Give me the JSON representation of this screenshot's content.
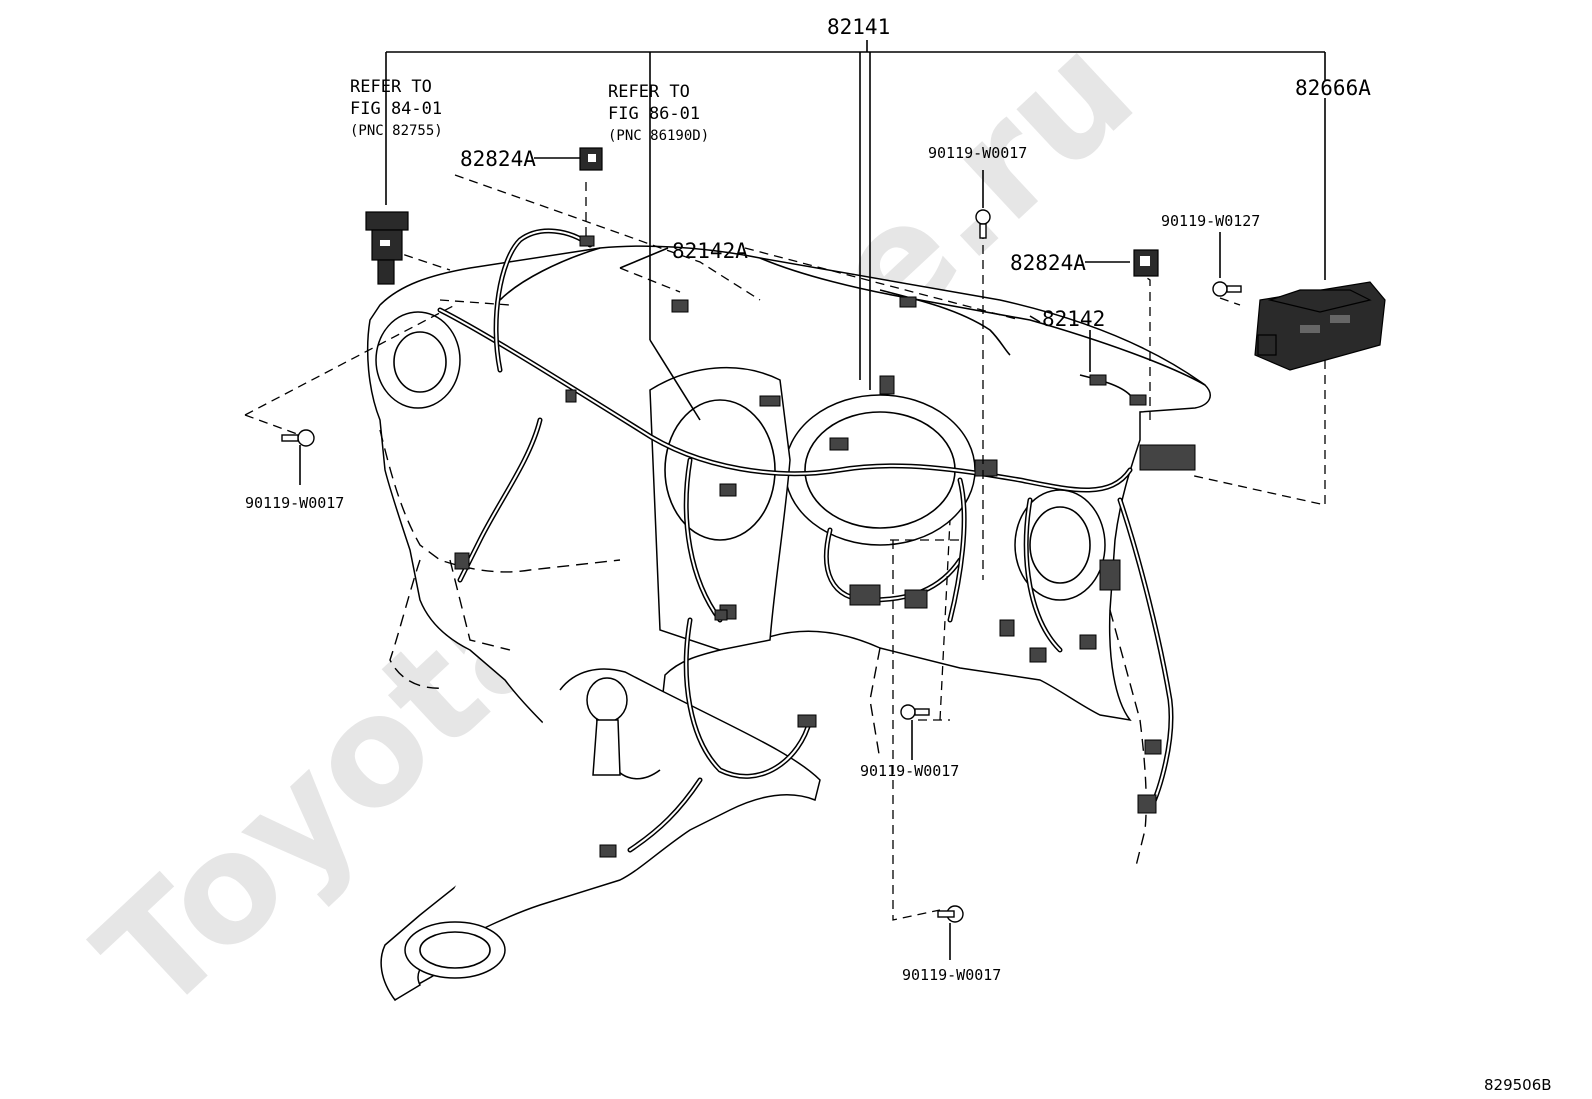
{
  "watermark": "ToyotaOnline.ru",
  "figure_code": "829506B",
  "labels": {
    "main_harness": "82141",
    "junction_block": "82666A",
    "harness_a": "82142A",
    "harness": "82142",
    "clamp_left": "82824A",
    "clamp_right": "82824A",
    "bolt_top": "90119-W0017",
    "bolt_right": "90119-W0127",
    "bolt_left": "90119-W0017",
    "bolt_center": "90119-W0017",
    "bolt_bottom": "90119-W0017"
  },
  "references": {
    "left": {
      "line1": "REFER TO",
      "line2": "FIG 84-01",
      "line3": "(PNC 82755)"
    },
    "middle": {
      "line1": "REFER TO",
      "line2": "FIG 86-01",
      "line3": "(PNC 86190D)"
    }
  }
}
